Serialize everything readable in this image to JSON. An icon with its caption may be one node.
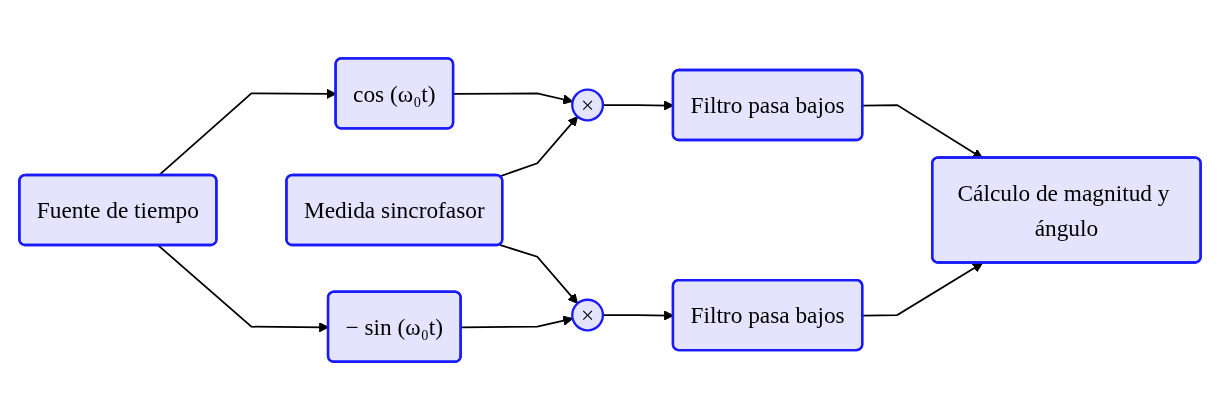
{
  "diagram": {
    "nodes": [
      {
        "text": [
          "Fuente de tiempo"
        ]
      },
      {
        "text": [
          "cos (ω₀t)"
        ]
      },
      {
        "text": [
          "Medida sincrofasor"
        ]
      },
      {
        "text": [
          "− sin (ω₀t)"
        ]
      },
      {
        "text": [
          "×"
        ]
      },
      {
        "text": [
          "×"
        ]
      },
      {
        "text": [
          "Filtro pasa bajos"
        ]
      },
      {
        "text": [
          "Filtro pasa bajos"
        ]
      },
      {
        "text": [
          "Cálculo de magnitud y ángulo"
        ]
      }
    ],
    "edges": [
      {
        "from": 0,
        "to": 1,
        "arrow": "to"
      },
      {
        "from": 0,
        "to": 3,
        "arrow": "to"
      },
      {
        "from": 1,
        "to": 4,
        "arrow": "to"
      },
      {
        "from": 2,
        "to": 4,
        "arrow": "to"
      },
      {
        "from": 2,
        "to": 5,
        "arrow": "to"
      },
      {
        "from": 3,
        "to": 5,
        "arrow": "to"
      },
      {
        "from": 4,
        "to": 6,
        "arrow": "to"
      },
      {
        "from": 5,
        "to": 7,
        "arrow": "to"
      },
      {
        "from": 6,
        "to": 8,
        "arrow": "to"
      },
      {
        "from": 7,
        "to": 8,
        "arrow": "to"
      }
    ]
  }
}
